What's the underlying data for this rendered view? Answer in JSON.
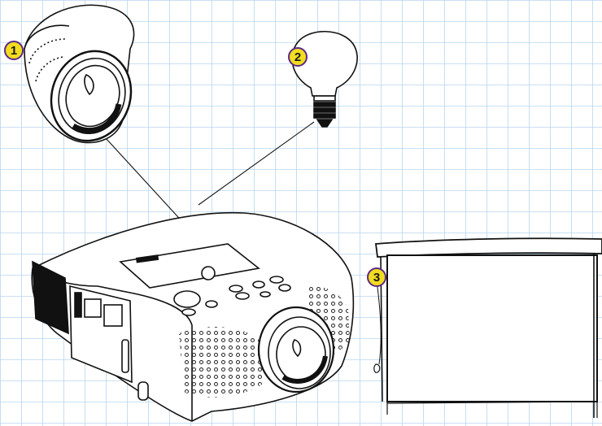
{
  "colors": {
    "grid": "#b9d6ee",
    "background": "#ffffff",
    "badge_fill": "#f2dc1f",
    "badge_border": "#5b2a86",
    "line": "#111111"
  },
  "callouts": [
    {
      "number": "1",
      "subject": "lens"
    },
    {
      "number": "2",
      "subject": "lamp"
    },
    {
      "number": "3",
      "subject": "screen"
    }
  ]
}
